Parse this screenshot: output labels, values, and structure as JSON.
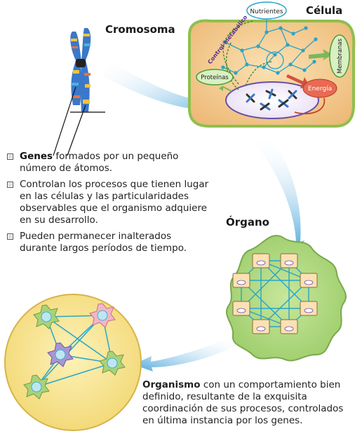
{
  "headings": {
    "cromosoma": "Cromosoma",
    "celula": "Célula",
    "organo": "Órgano"
  },
  "cell_labels": {
    "nutrientes": "Nutrientes",
    "control": "Control metabólico",
    "membranas": "Membranas",
    "proteinas": "Proteínas",
    "energia": "Energía"
  },
  "bullets": [
    {
      "bold": "Genes",
      "text": " formados por un pequeño número de átomos."
    },
    {
      "bold": "",
      "text": "Controlan los procesos que tienen lugar en las células y las particularidades observables que el organismo adquiere en su desarrollo."
    },
    {
      "bold": "",
      "text": "Pueden permanecer inalterados durante largos períodos de tiempo."
    }
  ],
  "caption": {
    "bold": "Organismo",
    "text": " con un comportamiento bien definido, resultante de la exquisita coordinación de sus procesos, controlados en última instancia por los genes."
  },
  "colors": {
    "cell_fill": "#f2c98c",
    "cell_border": "#8fbf4f",
    "organ_fill": "#a9d27a",
    "network_line": "#27a6c9",
    "energy_fill": "#e86a52",
    "organism_fill": "#f4dd7a",
    "flow_arrow": "#3fa0d8"
  }
}
